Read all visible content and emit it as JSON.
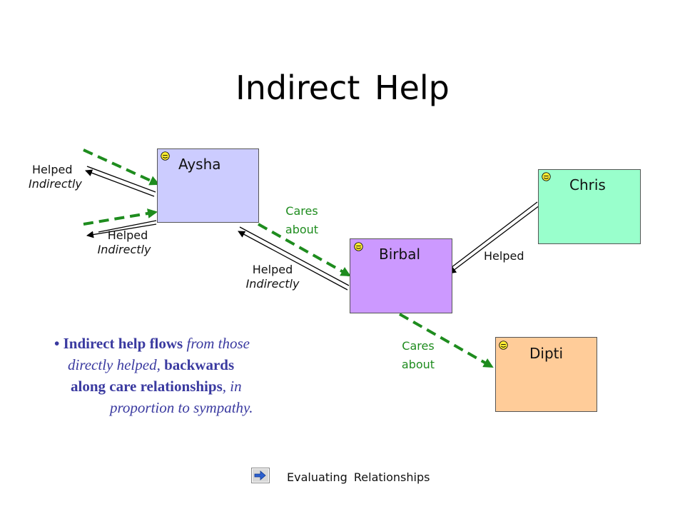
{
  "title": "Indirect  Help",
  "nodes": {
    "aysha": {
      "name": "Aysha",
      "color": "#ccccff"
    },
    "chris": {
      "name": "Chris",
      "color": "#99ffcc"
    },
    "birbal": {
      "name": "Birbal",
      "color": "#cc99ff"
    },
    "dipti": {
      "name": "Dipti",
      "color": "#ffcc99"
    }
  },
  "labels": {
    "helped_indirectly_top": {
      "line1": "Helped",
      "line2": "Indirectly"
    },
    "helped_indirectly_mid": {
      "line1": "Helped",
      "line2": "Indirectly"
    },
    "helped_indirectly_birbal": {
      "line1": "Helped",
      "line2": "Indirectly"
    },
    "cares_about_1": {
      "line1": "Cares",
      "line2": "about"
    },
    "cares_about_2": {
      "line1": "Cares",
      "line2": "about"
    },
    "helped": "Helped"
  },
  "bullet": {
    "mark": "•",
    "p1": "Indirect help flows",
    "p2": "from those",
    "p3": "directly helped,",
    "p4": "backwards",
    "p5": "along care relationships",
    "p6": ",",
    "p7": "in",
    "p8": "proportion to sympathy."
  },
  "footer": {
    "icon": "arrow-right-icon",
    "text": "Evaluating  Relationships"
  },
  "colors": {
    "cares_arrow": "#1e8c1e",
    "bullet_text": "#3a3aa0",
    "smiley": "#ffee33"
  }
}
